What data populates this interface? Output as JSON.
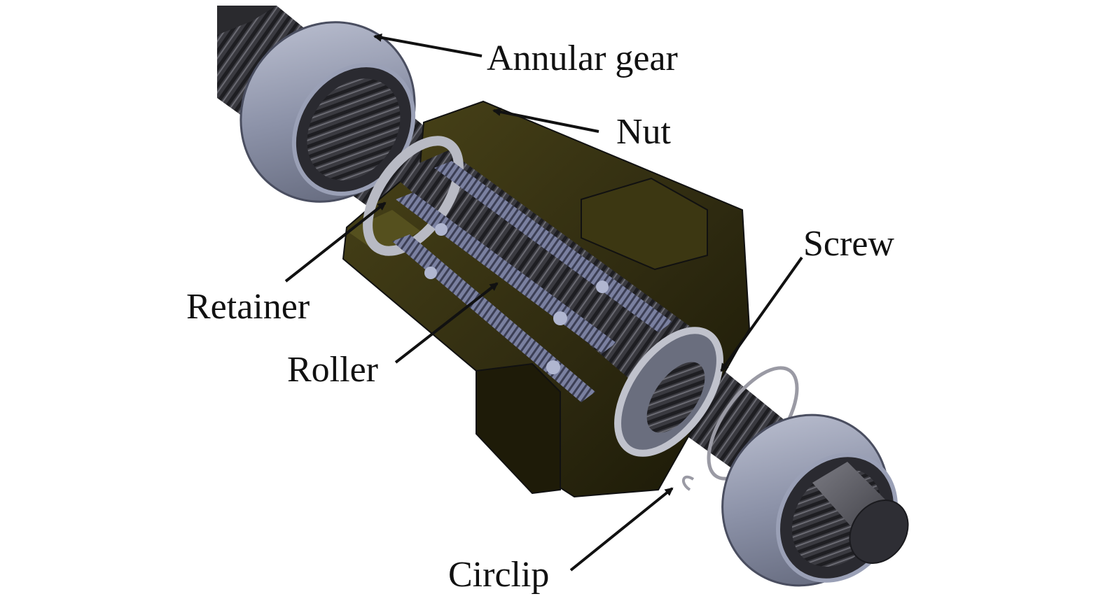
{
  "labels": {
    "annular_gear": "Annular gear",
    "nut": "Nut",
    "screw": "Screw",
    "retainer": "Retainer",
    "roller": "Roller",
    "circlip": "Circlip"
  },
  "colors": {
    "background": "#ffffff",
    "label_text": "#111111",
    "arrow": "#111111",
    "screw_thread": "#2f2f33",
    "nut_body": "#2e2a10",
    "annular_gear": "#8c92a8",
    "retainer": "#a8aab4",
    "roller": "#6f7488",
    "shaft_end": "#4c4c52"
  }
}
